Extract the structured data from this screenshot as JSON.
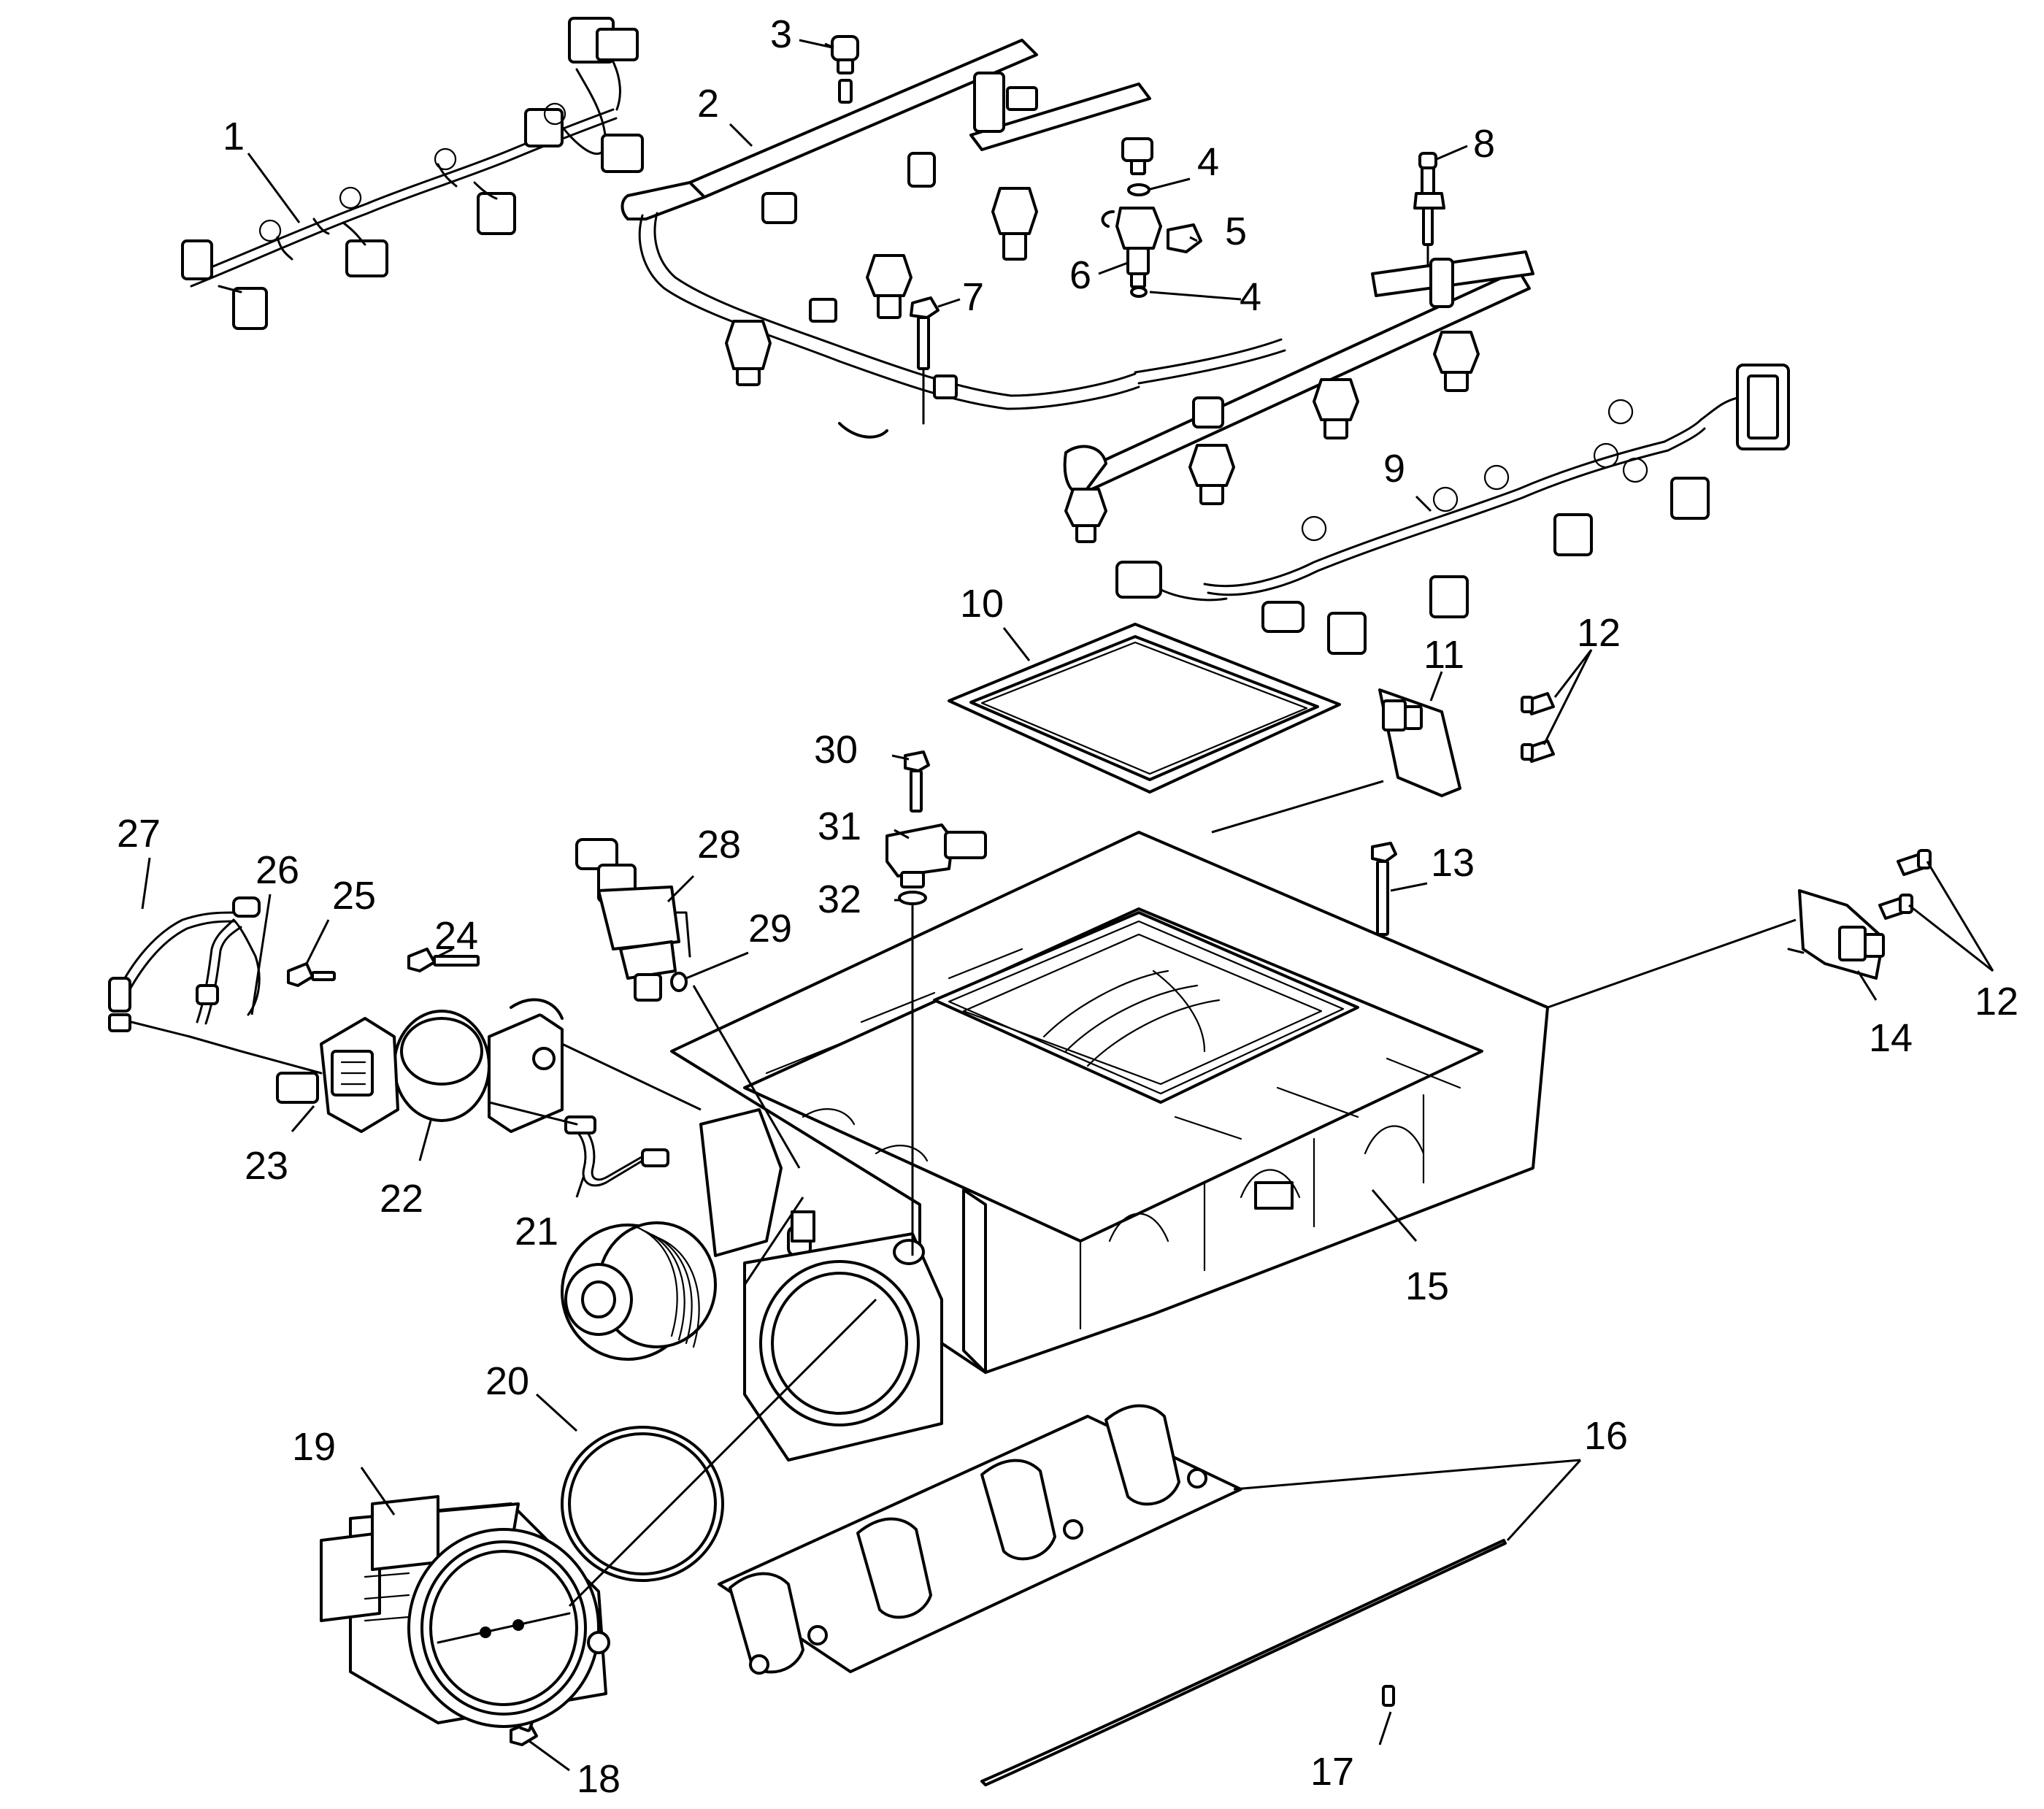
{
  "diagram": {
    "type": "exploded-parts-view",
    "callouts": [
      "1",
      "2",
      "3",
      "4",
      "4",
      "5",
      "6",
      "7",
      "8",
      "9",
      "10",
      "11",
      "12",
      "12",
      "13",
      "14",
      "15",
      "16",
      "17",
      "18",
      "19",
      "20",
      "21",
      "22",
      "23",
      "24",
      "25",
      "26",
      "27",
      "28",
      "29",
      "30",
      "31",
      "32"
    ]
  }
}
